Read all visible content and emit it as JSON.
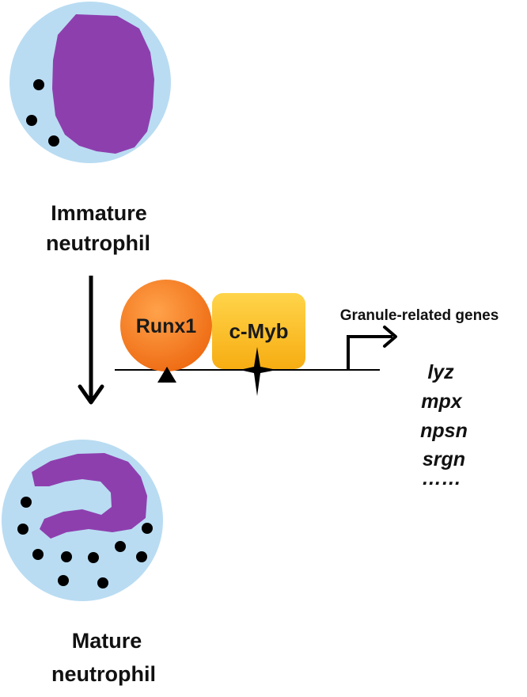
{
  "immature_label": [
    "Immature",
    "neutrophil"
  ],
  "mature_label": [
    "Mature",
    "neutrophil"
  ],
  "runx1_label": "Runx1",
  "cmyb_label": "c-Myb",
  "genes_title": "Granule-related genes",
  "genes": [
    "lyz",
    "mpx",
    "npsn",
    "srgn",
    "……"
  ],
  "colors": {
    "cytoplasm": "#b9dcf2",
    "nucleus": "#8e3fae",
    "granule": "#000000",
    "runx1": "#f47c2a",
    "cmyb": "#f9b81e"
  },
  "icons": {
    "runx1_site": "triangle-icon",
    "cmyb_site": "four-point-star-icon",
    "tss": "bent-arrow-icon"
  }
}
